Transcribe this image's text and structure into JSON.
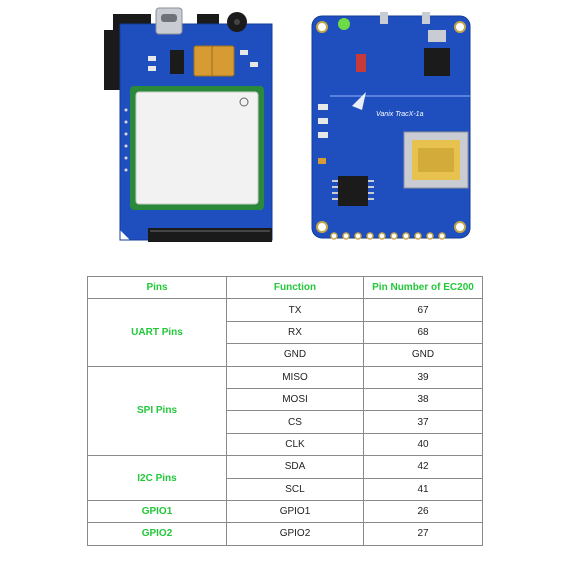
{
  "boards": {
    "brand_text": "Vanix TracX-1a"
  },
  "table": {
    "headers": [
      "Pins",
      "Function",
      "Pin Number of EC200"
    ],
    "groups": [
      {
        "name": "UART Pins",
        "rows": [
          {
            "function": "TX",
            "pin": "67"
          },
          {
            "function": "RX",
            "pin": "68"
          },
          {
            "function": "GND",
            "pin": "GND"
          }
        ]
      },
      {
        "name": "SPI Pins",
        "rows": [
          {
            "function": "MISO",
            "pin": "39"
          },
          {
            "function": "MOSI",
            "pin": "38"
          },
          {
            "function": "CS",
            "pin": "37"
          },
          {
            "function": "CLK",
            "pin": "40"
          }
        ]
      },
      {
        "name": "I2C Pins",
        "rows": [
          {
            "function": "SDA",
            "pin": "42"
          },
          {
            "function": "SCL",
            "pin": "41"
          }
        ]
      },
      {
        "name": "GPIO1",
        "rows": [
          {
            "function": "GPIO1",
            "pin": "26"
          }
        ]
      },
      {
        "name": "GPIO2",
        "rows": [
          {
            "function": "GPIO2",
            "pin": "27"
          }
        ]
      }
    ]
  },
  "colors": {
    "pcb_blue": "#1f4fbf",
    "header_green": "#22c83a",
    "grid": "#8a8a8a"
  }
}
